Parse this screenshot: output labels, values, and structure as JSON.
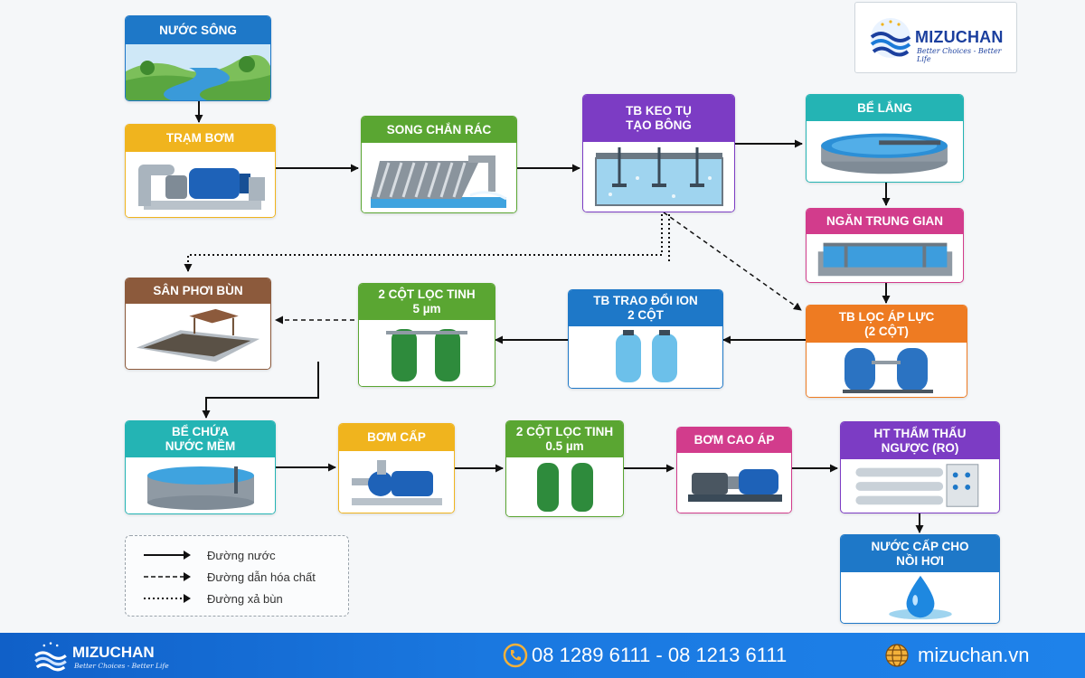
{
  "colors": {
    "blue": "#1e78c8",
    "yellow": "#f0b41e",
    "green": "#5aa632",
    "purple": "#7c3cc4",
    "teal": "#24b4b4",
    "pink": "#d23c8c",
    "brown": "#8c5a3c",
    "orange": "#ee7b22",
    "footer": "#1a72d8"
  },
  "brand": {
    "name": "MIZUCHAN",
    "tagline": "Better Choices - Better Life"
  },
  "nodes": {
    "nuoc_song": {
      "title": "NƯỚC SÔNG",
      "icon": "river-landscape-icon"
    },
    "tram_bom": {
      "title": "TRẠM BƠM",
      "icon": "pump-station-icon"
    },
    "song_chan_rac": {
      "title": "SONG CHẮN RÁC",
      "icon": "trash-screen-icon"
    },
    "keo_tu": {
      "title": "TB KEO TỤ TẠO BÔNG",
      "line1": "TB KEO TỤ",
      "line2": "TẠO BÔNG",
      "icon": "coagulation-tank-icon"
    },
    "be_lang": {
      "title": "BỂ LẮNG",
      "icon": "settling-tank-icon"
    },
    "ngan_trung_gian": {
      "title": "NGĂN TRUNG GIAN",
      "icon": "intermediate-tank-icon"
    },
    "loc_ap_luc": {
      "title": "TB LỌC ÁP LỰC (2 CỘT)",
      "line1": "TB LỌC ÁP LỰC",
      "line2": "(2 CỘT)",
      "icon": "pressure-filter-icon"
    },
    "trao_doi_ion": {
      "title": "TB TRAO ĐỔI ION 2 CỘT",
      "line1": "TB TRAO ĐỔI ION",
      "line2": "2 CỘT",
      "icon": "ion-exchange-icon"
    },
    "loc_tinh_5": {
      "title": "2 CỘT LỌC TINH 5 µm",
      "line1": "2 CỘT LỌC TINH",
      "line2": "5 µm",
      "icon": "fine-filter-icon"
    },
    "san_phoi_bun": {
      "title": "SÂN PHƠI BÙN",
      "icon": "sludge-drying-bed-icon"
    },
    "be_chua": {
      "title": "BỂ CHỨA NƯỚC MỀM",
      "line1": "BỂ CHỨA",
      "line2": "NƯỚC MỀM",
      "icon": "storage-tank-icon"
    },
    "bom_cap": {
      "title": "BƠM CẤP",
      "icon": "feed-pump-icon"
    },
    "loc_tinh_05": {
      "title": "2 CỘT LỌC TINH 0.5 µm",
      "line1": "2 CỘT LỌC TINH",
      "line2": "0.5 µm",
      "icon": "fine-filter-icon"
    },
    "bom_cao_ap": {
      "title": "BƠM CAO ÁP",
      "icon": "high-pressure-pump-icon"
    },
    "ro": {
      "title": "HT THẨM THẤU NGƯỢC (RO)",
      "line1": "HT THẨM THẤU",
      "line2": "NGƯỢC (RO)",
      "icon": "reverse-osmosis-icon"
    },
    "nuoc_cap": {
      "title": "NƯỚC CẤP CHO NỒI HƠI",
      "line1": "NƯỚC CẤP CHO",
      "line2": "NỒI HƠI",
      "icon": "water-drop-icon"
    }
  },
  "legend": {
    "water": "Đường nước",
    "chemical": "Đường dẫn hóa chất",
    "sludge": "Đường xả bùn"
  },
  "footer": {
    "phone": "08 1289 6111 - 08 1213 6111",
    "website": "mizuchan.vn",
    "phone_icon": "phone-icon",
    "web_icon": "globe-icon"
  }
}
